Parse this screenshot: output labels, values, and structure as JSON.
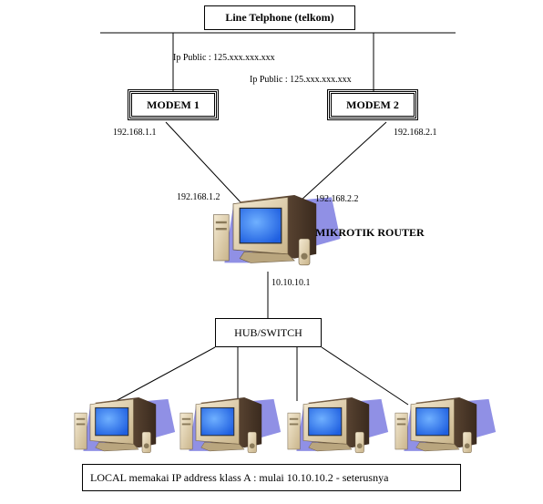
{
  "title": "Line Telphone (telkom)",
  "ip_public_1": "Ip Public : 125.xxx.xxx.xxx",
  "ip_public_2": "Ip Public : 125.xxx.xxx.xxx",
  "modem1": {
    "label": "MODEM 1",
    "ip": "192.168.1.1"
  },
  "modem2": {
    "label": "MODEM 2",
    "ip": "192.168.2.1"
  },
  "router": {
    "label": "MIKROTIK ROUTER",
    "ip_wan1": "192.168.1.2",
    "ip_wan2": "192.168.2.2",
    "ip_lan": "10.10.10.1"
  },
  "hub": "HUB/SWITCH",
  "local_note": "LOCAL memakai IP address klass A : mulai 10.10.10.2 - seterusnya",
  "icons": {
    "router": "computer-icon",
    "clients": [
      "computer-icon",
      "computer-icon",
      "computer-icon",
      "computer-icon"
    ]
  },
  "colors": {
    "screen": "#1f6ff0",
    "monitor": "#e8d9b8",
    "shadow": "#6e6edc"
  }
}
